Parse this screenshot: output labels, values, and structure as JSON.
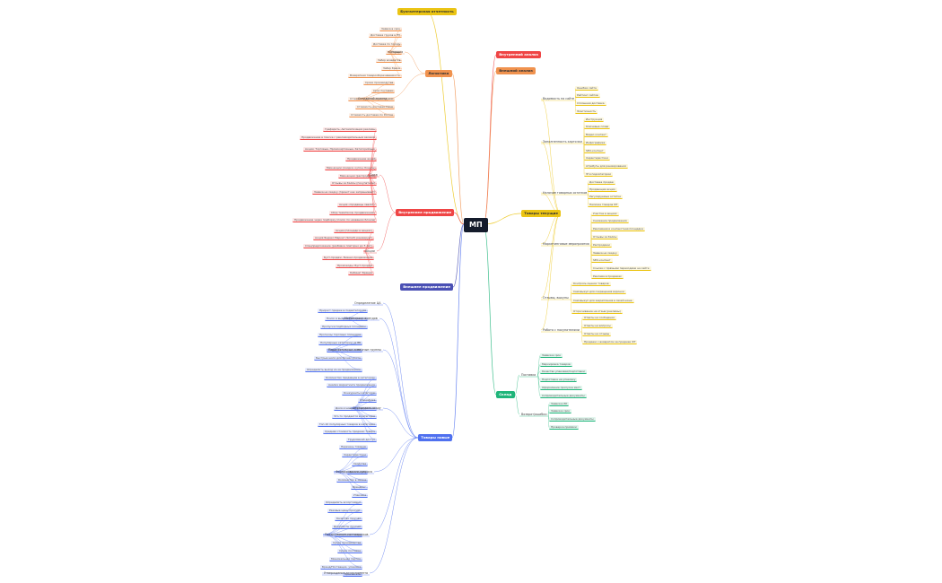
{
  "root": {
    "label": "МП"
  },
  "branches": [
    {
      "id": "b0",
      "label": "Бухгалтерская отчетность",
      "color": "#ebc413",
      "text": "#333333",
      "side": "up",
      "items": []
    },
    {
      "id": "b1",
      "label": "Логистика",
      "color": "#f0924e",
      "text": "#333333",
      "side": "left",
      "items": [
        {
          "label": "Текущая",
          "items": [
            "Заявка в срок",
            "Доставка грузов в ПЗ",
            "Доставка по городу",
            "Поставки",
            "Забор возвратов",
            "Забор брака",
            "Возвратная товарооборачиваемость"
          ]
        },
        {
          "label": "Складской приход",
          "items": [
            "Сроки производства",
            "Срок поставки",
            "Стоимость доставки хостелями",
            "Стоимость доставки Dами",
            "Стоимость доставки по России"
          ]
        }
      ]
    },
    {
      "id": "b2",
      "label": "Внутренний анализ",
      "color": "#ef4545",
      "text": "#ffffff",
      "side": "right",
      "items": []
    },
    {
      "id": "b3",
      "label": "Внешний анализ",
      "color": "#f0924e",
      "text": "#333333",
      "side": "right",
      "items": []
    },
    {
      "id": "b4",
      "label": "Внутреннее продвижение",
      "color": "#ef4545",
      "text": "#ffffff",
      "side": "left",
      "items": [
        {
          "label": "Скид",
          "items": [
            "Графарить, Автоматизация рекламы",
            "Продвижение в поиске с рекламодательным заказом",
            "Акции: Торговые, Промокартовные, Категорийные",
            "Продвижение акций",
            "Мем-акции (скидки, купон, бонусы)",
            "Мем-акции (распродажи)",
            "Отзывы за баллы (покупателю)",
            "Заявка на скидку (проект как запрашивает)",
            "Акция «продавцы хвалят»",
            "Сбор тематиков, продвижение»",
            "Продвижение через подборку (поиск по названию блоков)"
          ]
        },
        {
          "label": "Акции",
          "items": [
            "Акции (площади в акциях)",
            "Акция Яндекс.Маркет (Smart) ранжируют",
            "Спецпредложение (разбивка повторно до 5 лет)",
            "Буст-продаж, Бизнес-продвижение",
            "Промокоды, Буст-продаж",
            "Кабинет Бренда"
          ]
        }
      ]
    },
    {
      "id": "b5",
      "label": "Внешнее продвижение",
      "color": "#4a50b4",
      "text": "#ffffff",
      "side": "left",
      "items": []
    },
    {
      "id": "b6",
      "label": "Товары текущие",
      "color": "#ebc413",
      "text": "#333333",
      "side": "right",
      "items": [
        {
          "label": "Видимость на сайте",
          "items": [
            "Ошибки сайта",
            "Рейтинг сайтов",
            "Сплошная доставка",
            "Эластичность"
          ]
        },
        {
          "label": "Заполненность карточки",
          "items": [
            "Инструкция",
            "Ключевые слова",
            "Видео контент",
            "Инфографика",
            "SEO-контент",
            "Характеристики",
            "Атрибуты для ранжирования",
            "Эти подкатегории"
          ]
        },
        {
          "label": "Наличие товарных остатков",
          "items": [
            "Доставка продаж",
            "Продающие акции",
            "Регулируемые остатки",
            "Наличие товаров ФТ"
          ]
        },
        {
          "label": "Маркетинговые мероприятия",
          "items": [
            "Участие в акциях",
            "Снижение продвижения",
            "Рекламная и контекстная площадка",
            "Отзывы за баллы",
            "Распродажи",
            "Заявка на скидку",
            "SEO-контент",
            "Ссылки с прямыми переходами на сайте",
            "Реклама в продажах"
          ]
        },
        {
          "label": "Отзывы, выкупы",
          "items": [
            "Контроль оценок товаров",
            "Самовыкуп для сокращения воронки",
            "Самовыкуп для закрепления в своей нише",
            "Отсрочивание на отзыв (рекламы)"
          ]
        },
        {
          "label": "Работа с покупателями",
          "items": [
            "Ответы на сообщения",
            "Ответы на вопросы",
            "Ответы на отзывы",
            "Продажи с возвратом за продажи ФТ"
          ]
        }
      ]
    },
    {
      "id": "b7",
      "label": "Склад",
      "color": "#1fb57a",
      "text": "#ffffff",
      "side": "right",
      "items": [
        {
          "label": "Поставка",
          "items": [
            "Заявка в срок",
            "Маркировка товаров",
            "Качество упаковки/подготовки",
            "Подготовка на упаковку",
            "Оформление пропуска мест",
            "Сопроводительные документы"
          ]
        },
        {
          "label": "Возврат/ошибки",
          "items": [
            "Заявка в ЛК",
            "Заявка в срок",
            "Сопроводительные документы",
            "Проверка приёмки"
          ]
        }
      ]
    },
    {
      "id": "b8",
      "label": "Товары новые",
      "color": "#4f70ef",
      "text": "#ffffff",
      "side": "left",
      "items": [
        {
          "label": "Определение ЦА",
          "items": []
        },
        {
          "label": "Мониторинг трендов",
          "items": [
            "Прирост продаж в подкатегориях",
            "Поиск в выдаче ТОП товаров",
            "Пропуски подборных площадок"
          ]
        },
        {
          "label": "Перспективные товарные группы",
          "items": [
            "Прогнозы торговых площадок",
            "Популярные категории на ВБ",
            "Новые категории на ВБ",
            "Быстрые шаги для бизнес-роста",
            "Определить выход из-за продвижения"
          ]
        },
        {
          "label": "Определить нишу",
          "items": [
            "Количество продавцов в категории",
            "Анализ маркетинга продвижения",
            "Конкуренты категории",
            "Специфика",
            "Доля основных конкурентов",
            "Что-то продается в категории",
            "Топ-10 популярных товаров в категории",
            "Средняя стоимость продажи товара",
            "Трудоёмкий доступ"
          ]
        },
        {
          "label": "Формирование запроса",
          "items": [
            "Перечень товаров",
            "Характеристики",
            "Свойства",
            "Цена закупа",
            "Количество в заказе",
            "Брендинг",
            "Упаковка"
          ]
        },
        {
          "label": "Предложения поставщиков",
          "items": [
            "Определить ассортимент",
            "Разовые цены просчёт",
            "Качество просчёт",
            "Документы просчёт",
            "Логистика товара",
            "Сроки производства",
            "Сроки поставки",
            "Минимальная партия",
            "Бренд/Поставщик, упаковка"
          ]
        },
        {
          "label": "Утверждение ассортимента",
          "items": [
            "Просчитать"
          ]
        }
      ]
    }
  ]
}
